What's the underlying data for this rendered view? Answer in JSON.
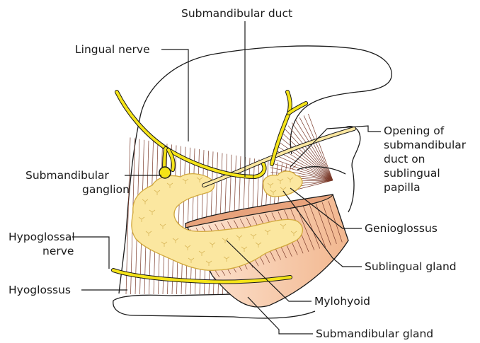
{
  "labels": {
    "submandibular_duct": "Submandibular duct",
    "lingual_nerve": "Lingual nerve",
    "opening_line1": "Opening of",
    "opening_line2": "submandibular",
    "opening_line3": "duct on",
    "opening_line4": "sublingual",
    "opening_line5": "papilla",
    "submandibular_ganglion_line1": "Submandibular",
    "submandibular_ganglion_line2": "ganglion",
    "genioglossus": "Genioglossus",
    "hypoglossal_line1": "Hypoglossal",
    "hypoglossal_line2": "nerve",
    "sublingual_gland": "Sublingual gland",
    "hyoglossus": "Hyoglossus",
    "mylohyoid": "Mylohyoid",
    "submandibular_gland": "Submandibular gland"
  },
  "colors": {
    "nerve": "#f5e418",
    "gland_fill": "#fbe7a0",
    "gland_outline": "#d2a93d",
    "mylohyoid_fill": "#f7c7a4",
    "mylohyoid_top": "#e8a37c",
    "muscle_fibers": "#7a3a2a"
  }
}
